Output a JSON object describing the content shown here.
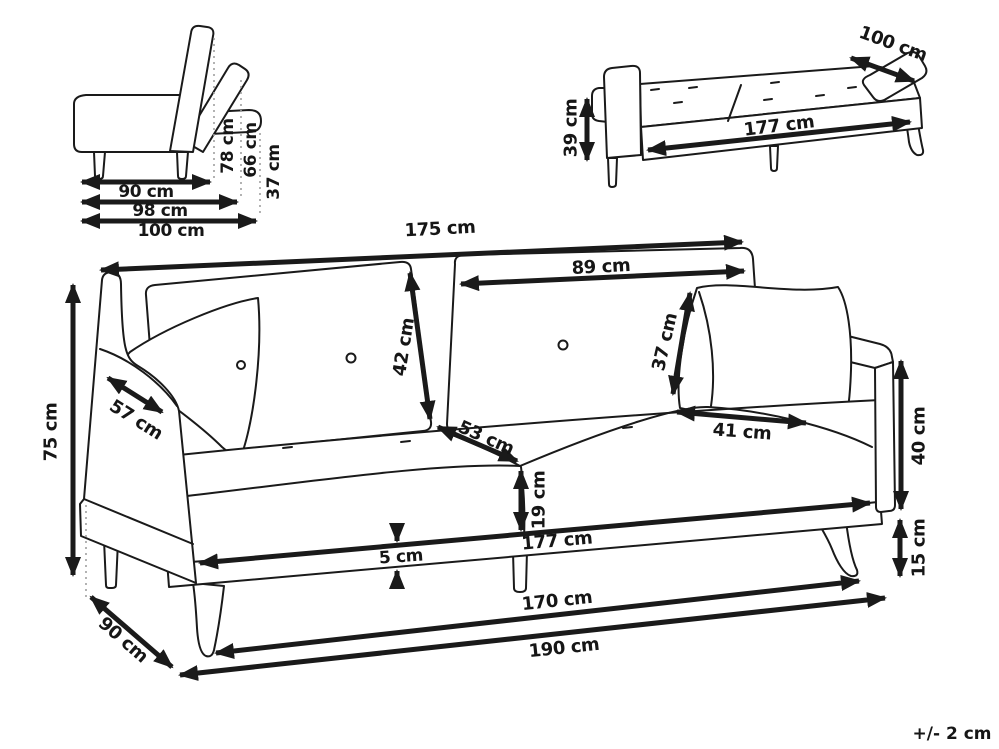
{
  "colors": {
    "ink": "#1a1a1a",
    "dotted_guide": "#a0a0a0",
    "background": "#ffffff"
  },
  "views": {
    "side": {
      "title": "side profile with reclining backrest",
      "dims": {
        "depth_seat": "90 cm",
        "depth_mid": "98 cm",
        "depth_total": "100 cm",
        "height_back_up": "78 cm",
        "height_back_reclined": "66 cm",
        "height_seat": "37 cm"
      }
    },
    "flat": {
      "title": "sofa bed folded flat",
      "dims": {
        "bed_width": "100 cm",
        "bed_length": "177 cm",
        "bed_height": "39 cm"
      }
    },
    "front": {
      "title": "front view",
      "dims": {
        "top_width": "175 cm",
        "backrest_width": "89 cm",
        "backrest_height": "42 cm",
        "pillow_height": "37 cm",
        "pillow_width": "41 cm",
        "armrest_depth": "57 cm",
        "seat_diagonal": "53 cm",
        "total_height": "75 cm",
        "cushion_thickness": "19 cm",
        "inner_width": "177 cm",
        "base_rail": "5 cm",
        "armrest_height": "40 cm",
        "leg_height": "15 cm",
        "depth": "90 cm",
        "leg_span": "170 cm",
        "total_width": "190 cm"
      }
    }
  },
  "tolerance": "+/- 2 cm"
}
